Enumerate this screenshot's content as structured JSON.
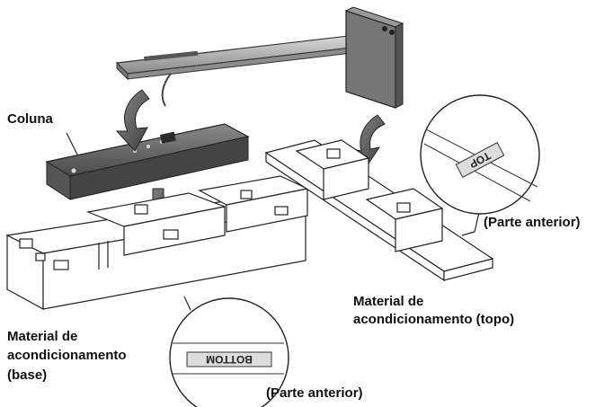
{
  "labels": {
    "column": "Coluna",
    "front_top": "(Parte anterior)",
    "packing_top_line1": "Material de",
    "packing_top_line2": "acondicionamento (topo)",
    "packing_base_line1": "Material de",
    "packing_base_line2": "acondicionamento",
    "packing_base_line3": "(base)",
    "front_bottom": "(Parte anterior)"
  },
  "marks": {
    "top_mark": "TOP",
    "bottom_mark": "BOTTOM"
  },
  "colors": {
    "bar": "#9a9a9a",
    "column": "#6b6b6b",
    "arrow": "#555555",
    "foam": "#ffffff",
    "line": "#222222"
  }
}
